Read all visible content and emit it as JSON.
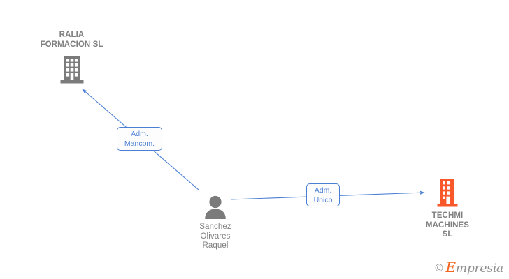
{
  "diagram": {
    "type": "org-relationship-graph",
    "background": "#ffffff",
    "nodes": [
      {
        "id": "ralia",
        "kind": "company",
        "label": "RALIA\nFORMACION SL",
        "icon": "building-icon",
        "color": "#808080"
      },
      {
        "id": "person",
        "kind": "person",
        "label": "Sanchez\nOlivares\nRaquel",
        "icon": "person-icon",
        "color": "#808080"
      },
      {
        "id": "techmi",
        "kind": "company",
        "label": "TECHMI\nMACHINES\nSL",
        "icon": "building-icon",
        "color": "#f26322"
      }
    ],
    "edges": [
      {
        "id": "edge-mancom",
        "from": "person",
        "to": "ralia",
        "label": "Adm.\nMancom.",
        "color": "#4a7fd4"
      },
      {
        "id": "edge-unico",
        "from": "person",
        "to": "techmi",
        "label": "Adm.\nUnico",
        "color": "#4a7fd4"
      }
    ]
  },
  "watermark": {
    "copyright": "©",
    "brand_initial": "E",
    "brand_rest": "mpresia",
    "brand_full": "Empresia"
  }
}
